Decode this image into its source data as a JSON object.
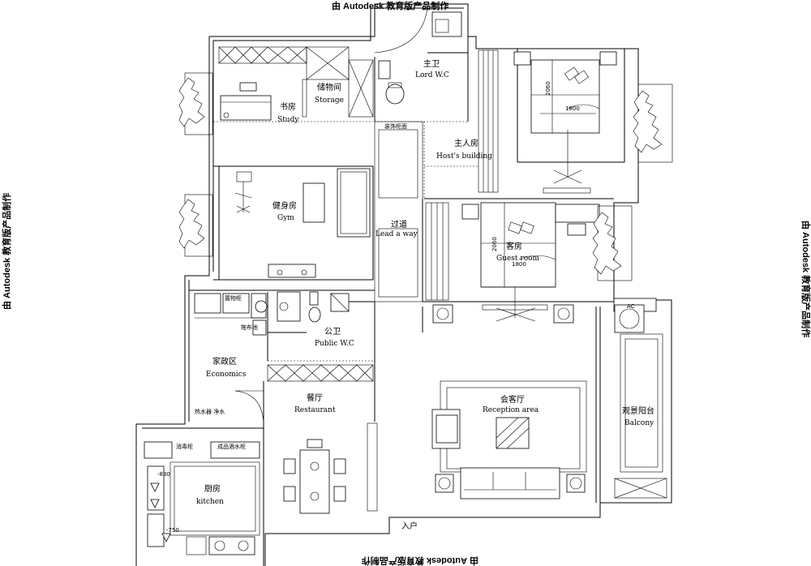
{
  "watermark": {
    "top": "由 Autodesk 教育版产品制作",
    "bottom": "由 Autodesk 教育版产品制作",
    "left": "由 Autodesk 教育版产品制作",
    "right": "由 Autodesk 教育版产品制作"
  },
  "rooms": {
    "lord_wc": {
      "cn": "主卫",
      "en": "Lord W.C"
    },
    "storage": {
      "cn": "储物间",
      "en": "Storage"
    },
    "study": {
      "cn": "书房",
      "en": "Study"
    },
    "host": {
      "cn": "主人房",
      "en": "Host's building"
    },
    "gym": {
      "cn": "健身房",
      "en": "Gym"
    },
    "lead": {
      "cn": "过道",
      "en": "Lead a way"
    },
    "guest": {
      "cn": "客房",
      "en": "Guest room"
    },
    "public_wc": {
      "cn": "公卫",
      "en": "Public W.C"
    },
    "economics": {
      "cn": "家政区",
      "en": "Economics"
    },
    "restaurant": {
      "cn": "餐厅",
      "en": "Restaurant"
    },
    "reception": {
      "cn": "会客厅",
      "en": "Reception area"
    },
    "balcony": {
      "cn": "观景阳台",
      "en": "Balcony"
    },
    "kitchen": {
      "cn": "厨房",
      "en": "kitchen"
    }
  },
  "annotations": {
    "entrance": "入户",
    "ac": "AC",
    "dim_host_w": "1800",
    "dim_host_h": "2060",
    "dim_guest_w": "1800",
    "dim_guest_h": "2060",
    "mop_pool": "拖布池",
    "corridor_cab": "装饰柜面",
    "shoe_cab": "置物柜",
    "water": "热水器 净水",
    "disinfect": "消毒柜",
    "cab_right": "成品酒水柜",
    "level_a": "-830",
    "level_b": "-750"
  }
}
